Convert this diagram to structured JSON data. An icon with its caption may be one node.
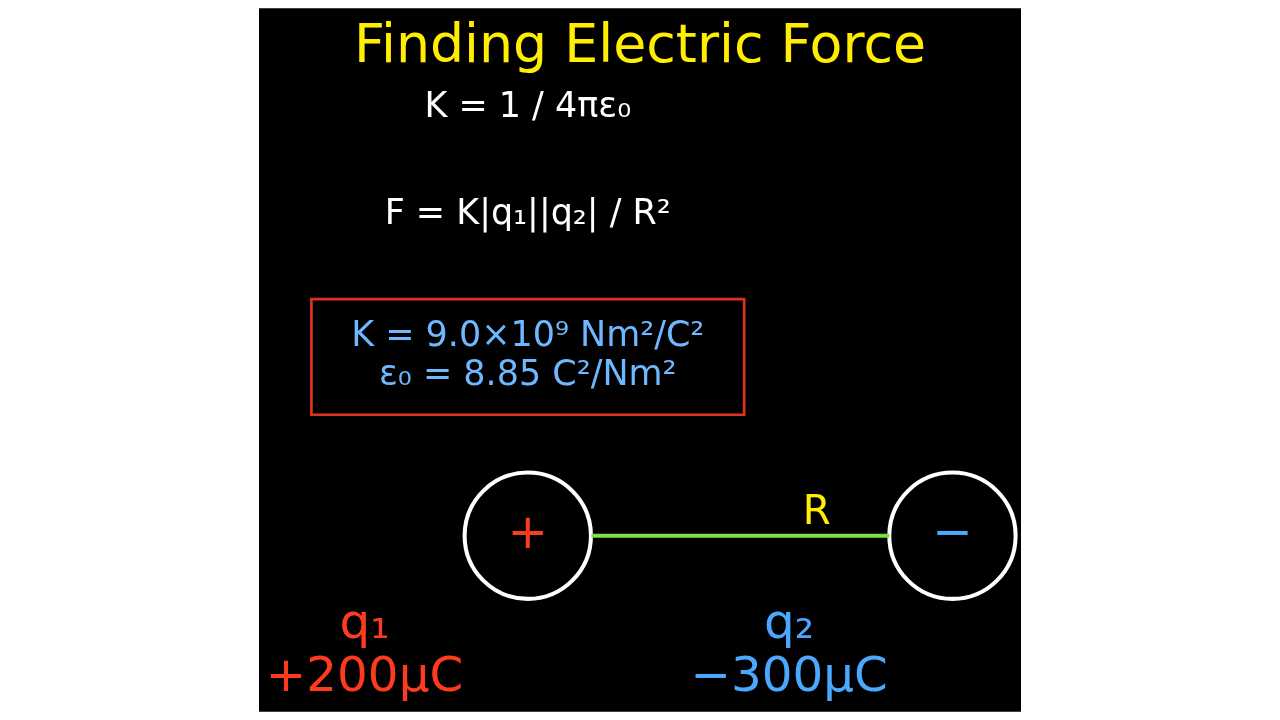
{
  "diagram": {
    "title": "Finding Electric Force",
    "nodes": [
      {
        "text": [
          "+"
        ],
        "beside": [
          "q₁",
          "+200μC"
        ]
      },
      {
        "text": [
          "−"
        ],
        "beside": [
          "q₂",
          "−300μC"
        ]
      },
      {
        "text": [
          "K = 9.0×10⁹ Nm²/C²",
          "ε₀ = 8.85 C²/Nm²"
        ]
      }
    ],
    "edges": [
      {
        "from": 0,
        "to": 1,
        "arrow": "none",
        "label": "R",
        "color": "#7be04a"
      }
    ],
    "labels": [
      "F = K|q₁||q₂| / R²",
      "K = 1 / 4πε₀"
    ]
  }
}
